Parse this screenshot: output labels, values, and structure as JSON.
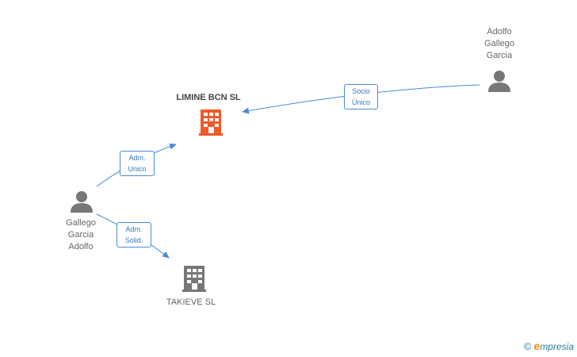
{
  "colors": {
    "edge": "#4a8ad8",
    "main_company": "#f05a28",
    "company": "#777777",
    "person": "#777777"
  },
  "nodes": {
    "limine": {
      "label": "LIMINE BCN SL",
      "icon": "building-icon"
    },
    "takieve": {
      "label": "TAKIEVE SL",
      "icon": "building-icon"
    },
    "adolfo_gallego": {
      "label": "Adolfo\nGallego\nGarcia",
      "icon": "person-icon"
    },
    "gallego_garcia": {
      "label": "Gallego\nGarcia\nAdolfo",
      "icon": "person-icon"
    }
  },
  "edges": {
    "socio": {
      "label": "Socio\nÚnico"
    },
    "adm_unico": {
      "label": "Adm.\nUnico"
    },
    "adm_solid": {
      "label": "Adm.\nSolid."
    }
  },
  "brand": {
    "copyright": "©",
    "initial": "e",
    "name": "mpresia"
  }
}
